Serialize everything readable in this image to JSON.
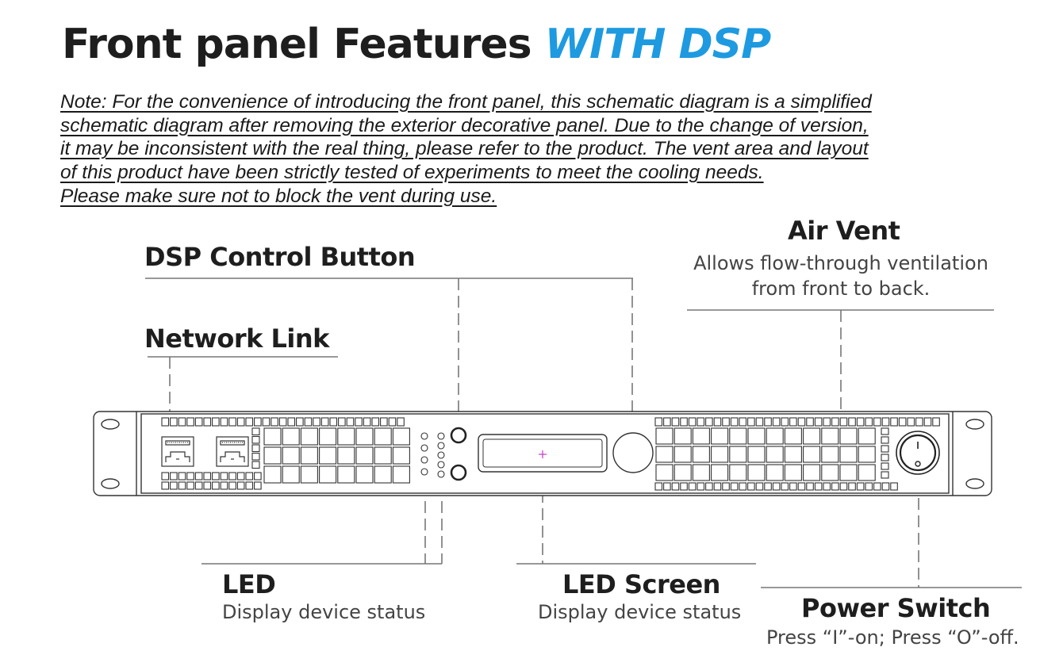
{
  "header": {
    "title_main": "Front panel Features",
    "title_highlight": "WITH DSP",
    "highlight_color": "#1e9ae0"
  },
  "note": {
    "lines": [
      "Note: For the convenience of introducing the front panel, this schematic diagram is a simplified",
      "schematic diagram after removing the exterior decorative panel. Due to the change of version,",
      "it may be inconsistent with the real thing, please refer to the product. The vent area and layout",
      "of this product have been strictly tested of experiments to meet the cooling needs.",
      "Please make sure not to block the vent during use."
    ]
  },
  "callouts": {
    "dsp_button": {
      "title": "DSP Control Button"
    },
    "network_link": {
      "title": "Network Link"
    },
    "air_vent": {
      "title": "Air Vent",
      "desc_line1": "Allows flow-through ventilation",
      "desc_line2": "from front to back."
    },
    "led": {
      "title": "LED",
      "desc": "Display device status"
    },
    "led_screen": {
      "title": "LED Screen",
      "desc": "Display device status"
    },
    "power_switch": {
      "title": "Power Switch",
      "desc": "Press “I”-on; Press “O”-off."
    }
  },
  "panel": {
    "switch_on_symbol": "I",
    "screen_cursor": "+"
  }
}
